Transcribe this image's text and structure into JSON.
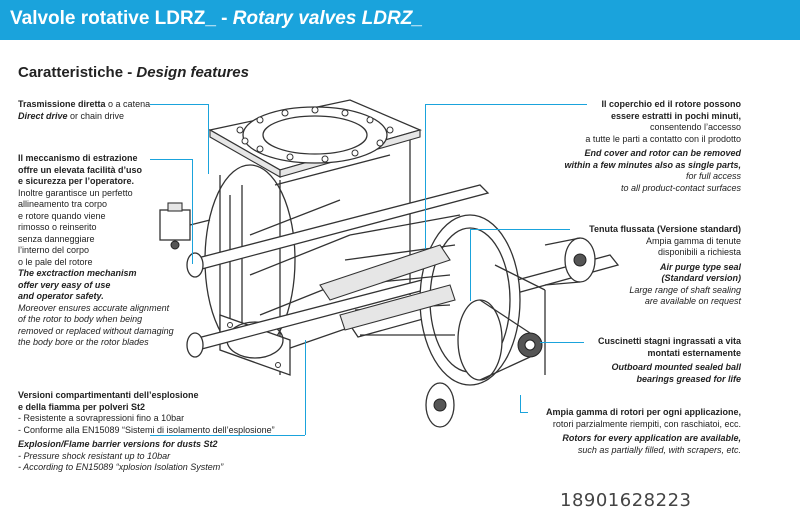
{
  "header": {
    "title_it": "Valvole rotative LDRZ_ - ",
    "title_en": "Rotary valves LDRZ_"
  },
  "section": {
    "title_it": "Caratteristiche - ",
    "title_en": "Design features"
  },
  "left": {
    "drive": {
      "it_bold": "Trasmissione diretta",
      "it_rest": " o a catena",
      "en_bold": "Direct drive",
      "en_rest": " or chain drive"
    },
    "extraction": {
      "it_bold": [
        "Il meccanismo di estrazione",
        "offre un elevata facilità d’uso",
        "e sicurezza per l’operatore."
      ],
      "it_lines": [
        "Inoltre garantisce un perfetto",
        "allineamento tra corpo",
        "e rotore quando viene",
        "rimosso o reinserito",
        "senza danneggiare",
        "l’interno del corpo",
        "o le pale del rotore"
      ],
      "en_bold": [
        "The exctraction mechanism",
        "offer very easy of use",
        "and operator safety."
      ],
      "en_lines": [
        "Moreover ensures accurate alignment",
        "of the rotor to body when being",
        "removed or replaced without damaging",
        "the body bore or the rotor blades"
      ]
    },
    "explosion": {
      "it_bold": [
        "Versioni compartimentanti dell’esplosione",
        "e della fiamma per polveri St2"
      ],
      "it_lines": [
        "- Resistente a sovrapressioni fino a 10bar",
        "- Conforme alla EN15089 “Sistemi di isolamento dell’esplosione”"
      ],
      "en_bold": "Explosion/Flame barrier versions for dusts St2",
      "en_lines": [
        "- Pressure shock resistant up to 10bar",
        "- According to EN15089 “xplosion Isolation System”"
      ]
    }
  },
  "right": {
    "cover": {
      "it_bold": [
        "Il coperchio ed il rotore possono",
        "essere estratti in pochi minuti,"
      ],
      "it_lines": [
        "consentendo l’accesso",
        "a tutte le parti a contatto con il prodotto"
      ],
      "en_bold": [
        "End cover and rotor can be removed",
        "within a few minutes also as single parts,"
      ],
      "en_lines": [
        "for full access",
        "to all product-contact surfaces"
      ]
    },
    "seal": {
      "it_bold": "Tenuta flussata (Versione standard)",
      "it_lines": [
        "Ampia gamma di tenute",
        "disponibili a richiesta"
      ],
      "en_bold": [
        "Air purge type seal",
        "(Standard version)"
      ],
      "en_lines": [
        "Large range of shaft sealing",
        "are available on request"
      ]
    },
    "bearings": {
      "it_bold": [
        "Cuscinetti stagni ingrassati a vita",
        "montati esternamente"
      ],
      "en_bold": [
        "Outboard mounted sealed ball",
        "bearings greased for life"
      ]
    },
    "rotors": {
      "it_bold": "Ampia gamma di rotori per ogni applicazione,",
      "it_lines": [
        "rotori parzialmente riempiti, con raschiatoi, ecc."
      ],
      "en_bold": "Rotors for every application are available,",
      "en_lines": [
        "such as partially filled, with scrapers, etc."
      ]
    }
  },
  "footer": {
    "phone": "18901628223"
  },
  "colors": {
    "accent": "#1aa3dc",
    "text": "#222222"
  }
}
